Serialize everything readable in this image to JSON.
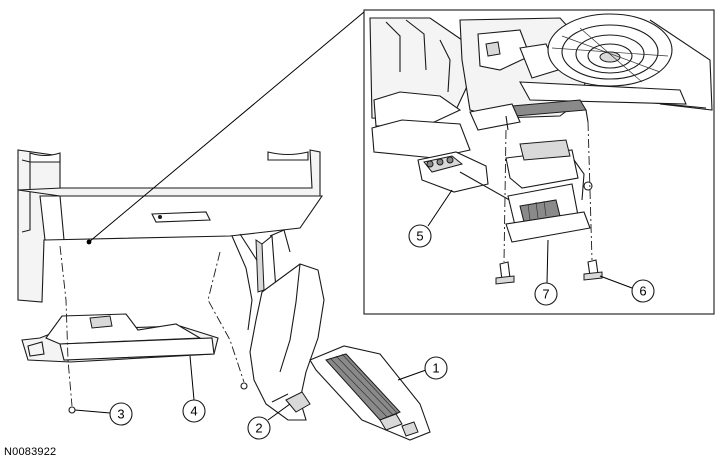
{
  "diagram_id": "N0083922",
  "callouts": [
    "1",
    "2",
    "3",
    "4",
    "5",
    "6",
    "7"
  ]
}
